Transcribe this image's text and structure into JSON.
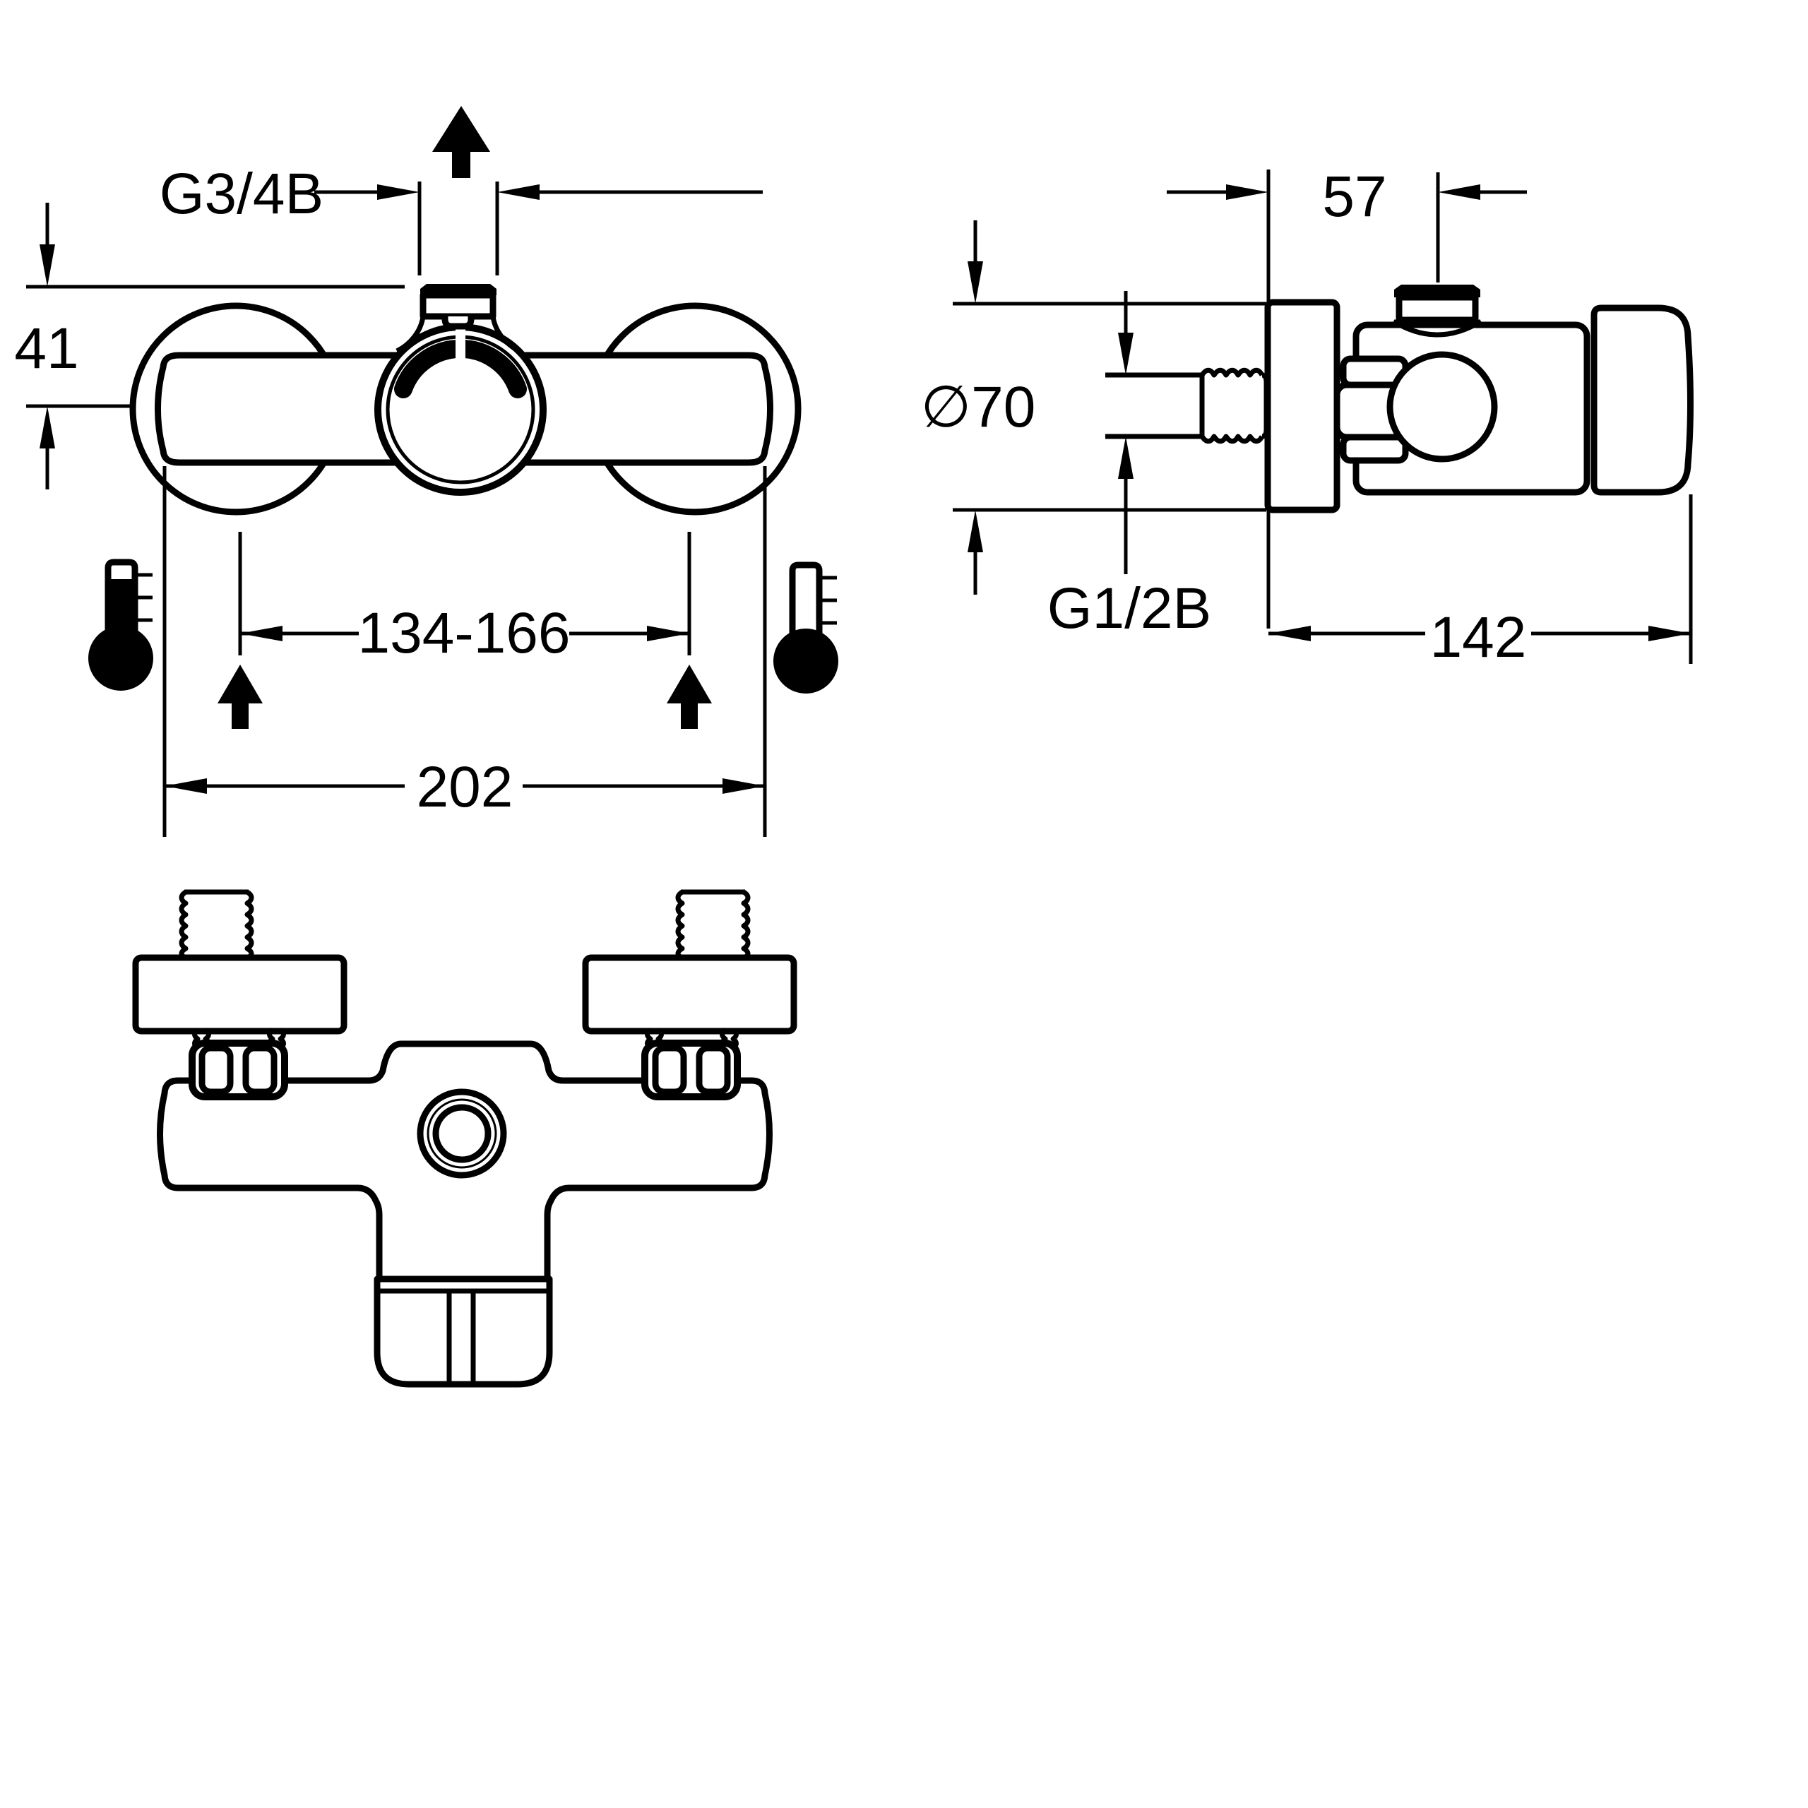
{
  "app": {
    "background_color": "#ffffff",
    "line_color": "#000000",
    "description": "Technical dimension drawing of wall-mounted thermostatic shower mixer, three views"
  },
  "diagram": {
    "type": "technical-drawing",
    "views": {
      "front": {
        "name": "front-view",
        "labels": {
          "outlet_thread": "G3/4B",
          "outlet_height": "41",
          "inlet_spacing": "134-166",
          "overall_width": "202"
        }
      },
      "side": {
        "name": "side-view",
        "labels": {
          "wall_to_outlet": "57",
          "flange_diameter": "∅70",
          "inlet_thread": "G1/2B",
          "overall_depth": "142"
        }
      },
      "plan": {
        "name": "top-view"
      }
    },
    "icons": {
      "hot_water": "thermometer-hot-icon",
      "cold_water": "thermometer-cold-icon",
      "flow_direction": "flow-arrow-icon"
    }
  }
}
